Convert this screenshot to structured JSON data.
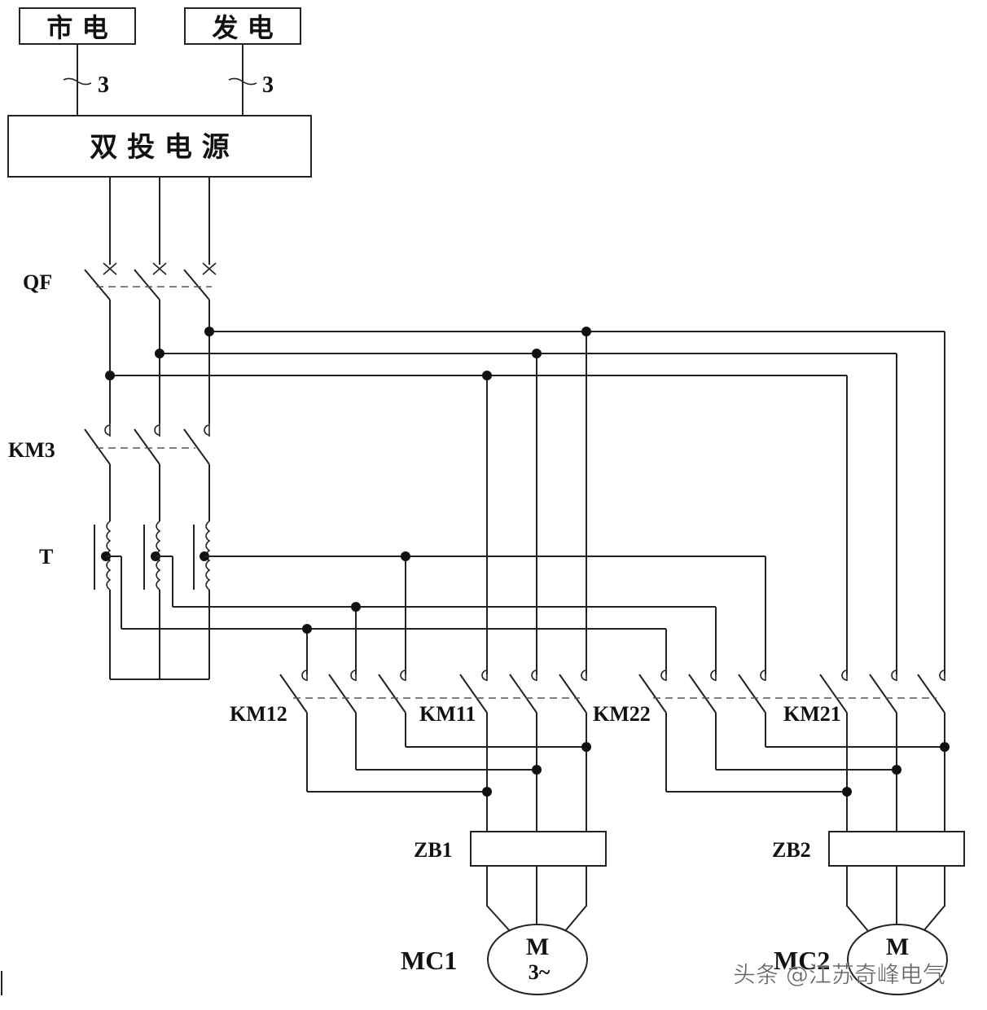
{
  "sources": {
    "utility": "市 电",
    "generator": "发 电",
    "utility_phase_count": "3",
    "generator_phase_count": "3"
  },
  "transfer_switch": {
    "label": "双 投 电 源"
  },
  "labels": {
    "breaker": "QF",
    "autotransformer_contactor": "KM3",
    "autotransformer": "T",
    "km12": "KM12",
    "km11": "KM11",
    "km22": "KM22",
    "km21": "KM21",
    "terminal_box_1": "ZB1",
    "terminal_box_2": "ZB2",
    "motor1": "MC1",
    "motor2": "MC2"
  },
  "motors": {
    "symbol": "M",
    "phase": "3~"
  },
  "watermark": "头条 @江苏奇峰电气"
}
